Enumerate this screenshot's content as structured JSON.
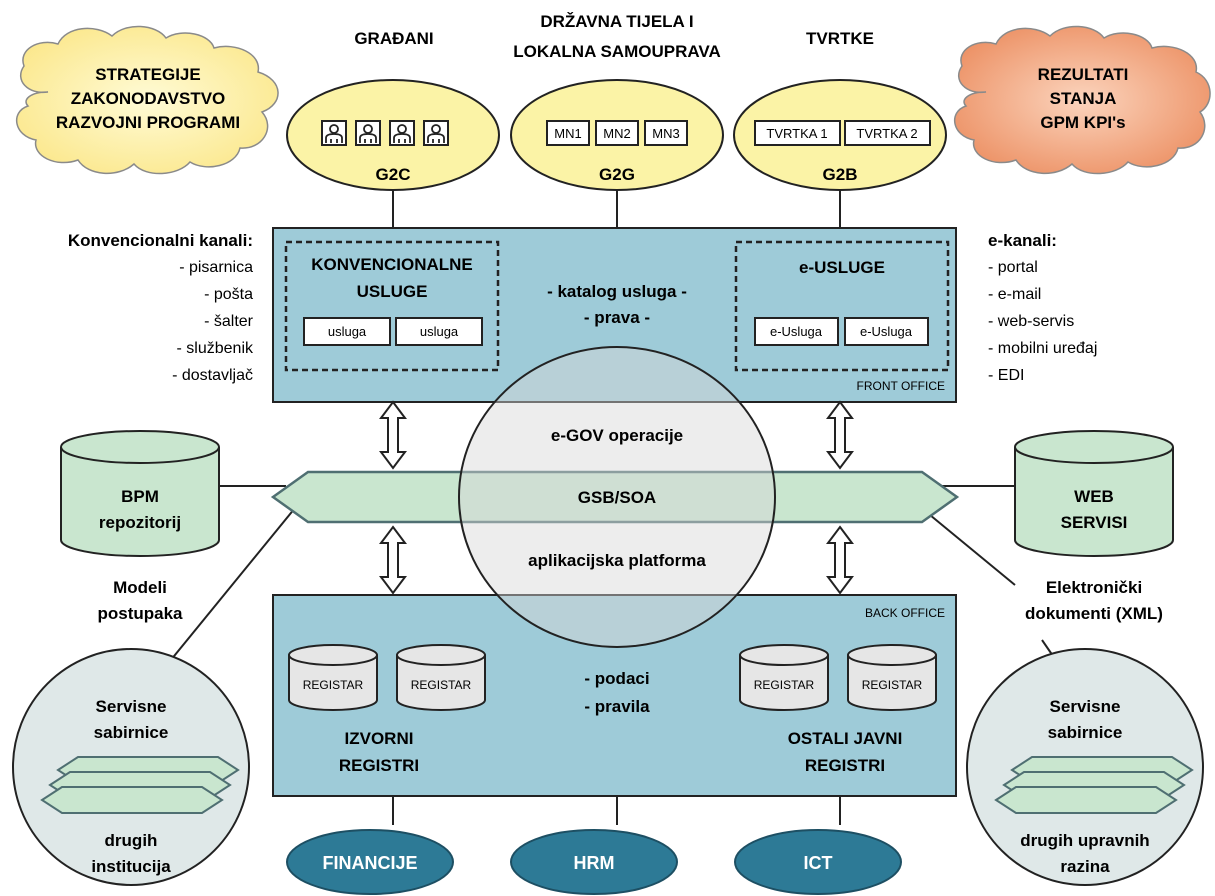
{
  "header": {
    "gradani": "GRAĐANI",
    "drzavna_line1": "DRŽAVNA TIJELA I",
    "drzavna_line2": "LOKALNA SAMOUPRAVA",
    "tvrtke": "TVRTKE"
  },
  "left_cloud": {
    "lines": [
      "STRATEGIJE",
      "ZAKONODAVSTVO",
      "RAZVOJNI PROGRAMI"
    ]
  },
  "right_cloud": {
    "lines": [
      "REZULTATI",
      "STANJA",
      "GPM KPI's"
    ]
  },
  "g2c": {
    "label": "G2C"
  },
  "g2g": {
    "label": "G2G",
    "items": [
      "MN1",
      "MN2",
      "MN3"
    ]
  },
  "g2b": {
    "label": "G2B",
    "items": [
      "TVRTKA 1",
      "TVRTKA 2"
    ]
  },
  "conventional_channels": {
    "title": "Konvencionalni kanali:",
    "items": [
      "- pisarnica",
      "- pošta",
      "- šalter",
      "- službenik",
      "- dostavljač"
    ]
  },
  "e_channels": {
    "title": "e-kanali:",
    "items": [
      "- portal",
      "- e-mail",
      "- web-servis",
      "- mobilni uređaj",
      "- EDI"
    ]
  },
  "front_office": {
    "label": "FRONT OFFICE",
    "conventional_title_1": "KONVENCIONALNE",
    "conventional_title_2": "USLUGE",
    "conventional_items": [
      "usluga",
      "usluga"
    ],
    "catalog_1": "- katalog usluga -",
    "catalog_2": "- prava -",
    "e_title": "e-USLUGE",
    "e_items": [
      "e-Usluga",
      "e-Usluga"
    ]
  },
  "egov": {
    "operations": "e-GOV operacije",
    "bus": "GSB/SOA",
    "platform": "aplikacijska platforma"
  },
  "bpm": {
    "line1": "BPM",
    "line2": "repozitorij",
    "caption_1": "Modeli",
    "caption_2": "postupaka"
  },
  "web_services": {
    "line1": "WEB",
    "line2": "SERVISI",
    "caption_1": "Elektronički",
    "caption_2": "dokumenti (XML)"
  },
  "back_office": {
    "label": "BACK OFFICE",
    "registers": [
      "REGISTAR",
      "REGISTAR",
      "REGISTAR",
      "REGISTAR"
    ],
    "data_1": "- podaci",
    "data_2": "- pravila",
    "source_1": "IZVORNI",
    "source_2": "REGISTRI",
    "other_1": "OSTALI JAVNI",
    "other_2": "REGISTRI"
  },
  "left_bus_circle": {
    "top_1": "Servisne",
    "top_2": "sabirnice",
    "bottom_1": "drugih",
    "bottom_2": "institucija"
  },
  "right_bus_circle": {
    "top_1": "Servisne",
    "top_2": "sabirnice",
    "bottom_1": "drugih upravnih",
    "bottom_2": "razina"
  },
  "bottom_ovals": [
    "FINANCIJE",
    "HRM",
    "ICT"
  ],
  "colors": {
    "box_blue": "#9ecbd8",
    "yellow": "#fbf3a6",
    "cloud_yellow": "#fdf0a8",
    "cloud_orange": "#f2a47e",
    "green": "#c9e6cf",
    "dark_teal": "#2d7a96",
    "circle_gray": "#dfe8e8"
  }
}
